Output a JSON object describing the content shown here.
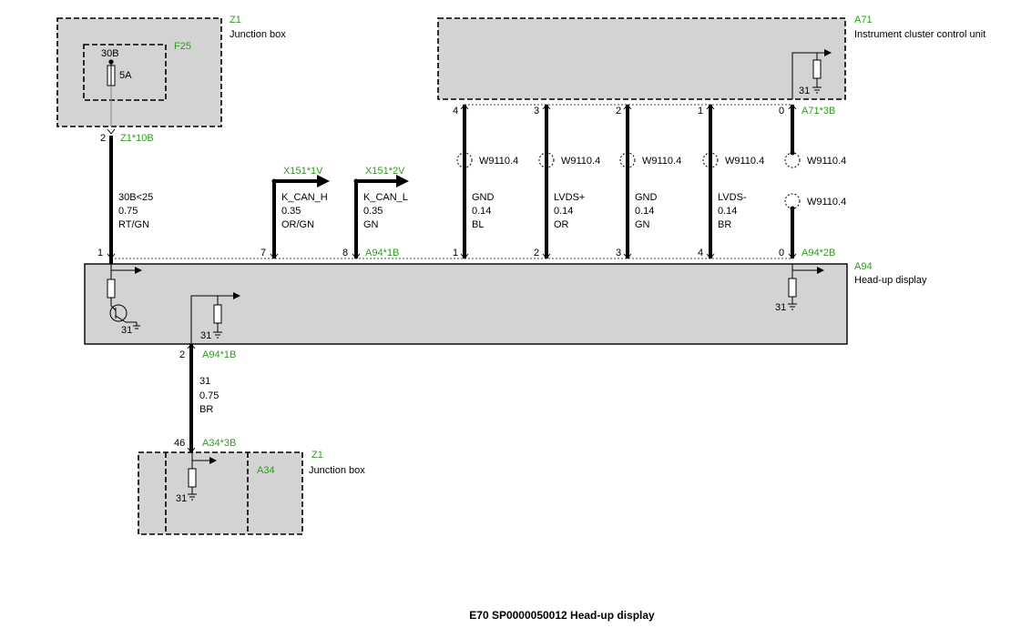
{
  "footer_title": "E70 SP0000050012 Head-up display",
  "components": {
    "z1_top": {
      "id": "Z1",
      "name": "Junction box"
    },
    "f25": {
      "id": "F25",
      "terminal": "30B",
      "rating": "5A"
    },
    "a71": {
      "id": "A71",
      "name": "Instrument cluster control unit",
      "ground": "31"
    },
    "a94": {
      "id": "A94",
      "name": "Head-up display",
      "ground_left": "31",
      "ground_mid": "31",
      "ground_right": "31"
    },
    "z1_bottom": {
      "id": "Z1",
      "name": "Junction box",
      "sub_id": "A34",
      "ground": "31"
    }
  },
  "connectors": {
    "z1_10b": "Z1*10B",
    "a71_3b": "A71*3B",
    "a94_1b_top": "A94*1B",
    "a94_2b": "A94*2B",
    "a94_1b_bottom": "A94*1B",
    "a34_3b": "A34*3B",
    "x151_1v": "X151*1V",
    "x151_2v": "X151*2V"
  },
  "pins": {
    "z1_out": "2",
    "a94_power": "1",
    "a94_can_h": "7",
    "a94_can_l": "8",
    "a94_gnd_bl": "1",
    "a94_lvds_plus": "2",
    "a94_gnd_gn": "3",
    "a94_lvds_minus": "4",
    "a94_shield": "0",
    "a71_gnd_bl": "4",
    "a71_lvds_plus": "3",
    "a71_gnd_gn": "2",
    "a71_lvds_minus": "1",
    "a71_shield": "0",
    "a94_ground_out": "2",
    "a34_in": "46"
  },
  "wires": {
    "power": {
      "signal": "30B<25",
      "size": "0.75",
      "color": "RT/GN"
    },
    "can_h": {
      "signal": "K_CAN_H",
      "size": "0.35",
      "color": "OR/GN"
    },
    "can_l": {
      "signal": "K_CAN_L",
      "size": "0.35",
      "color": "GN"
    },
    "gnd_bl": {
      "signal": "GND",
      "size": "0.14",
      "color": "BL",
      "shield": "W9110.4"
    },
    "lvds_plus": {
      "signal": "LVDS+",
      "size": "0.14",
      "color": "OR",
      "shield": "W9110.4"
    },
    "gnd_gn": {
      "signal": "GND",
      "size": "0.14",
      "color": "GN",
      "shield": "W9110.4"
    },
    "lvds_minus": {
      "signal": "LVDS-",
      "size": "0.14",
      "color": "BR",
      "shield": "W9110.4"
    },
    "shield_top": "W9110.4",
    "shield_bottom": "W9110.4",
    "ground": {
      "signal": "31",
      "size": "0.75",
      "color": "BR"
    }
  }
}
